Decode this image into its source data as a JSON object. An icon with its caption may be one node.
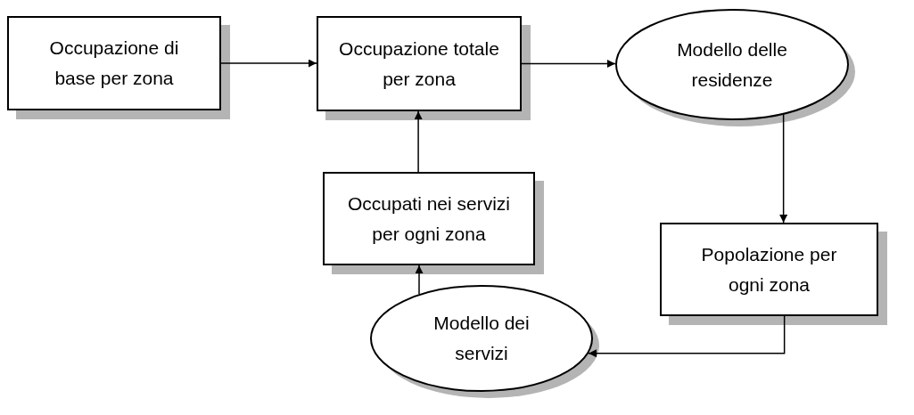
{
  "diagram": {
    "nodes": [
      {
        "text": [
          "Occupazione di base per zona"
        ]
      },
      {
        "text": [
          "Occupazione totale per zona"
        ]
      },
      {
        "text": [
          "Modello delle residenze"
        ]
      },
      {
        "text": [
          "Occupati nei servizi per ogni zona"
        ]
      },
      {
        "text": [
          "Popolazione per ogni zona"
        ]
      },
      {
        "text": [
          "Modello dei servizi"
        ]
      }
    ],
    "edges": [
      {
        "from": 0,
        "to": 1,
        "arrow": "to"
      },
      {
        "from": 1,
        "to": 2,
        "arrow": "to"
      },
      {
        "from": 2,
        "to": 4,
        "arrow": "to"
      },
      {
        "from": 4,
        "to": 5,
        "arrow": "to"
      },
      {
        "from": 5,
        "to": 3,
        "arrow": "to"
      },
      {
        "from": 3,
        "to": 1,
        "arrow": "to"
      }
    ]
  }
}
